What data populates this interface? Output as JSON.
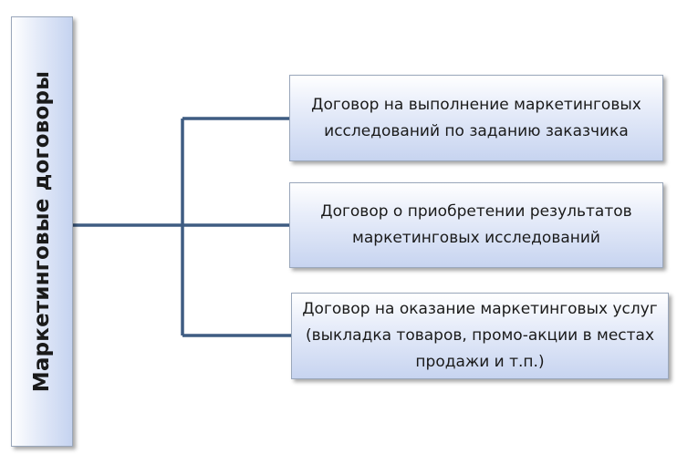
{
  "root": {
    "label": "Маркетинговые договоры"
  },
  "children": [
    {
      "label": "Договор на выполнение маркетинговых исследований по заданию заказчика"
    },
    {
      "label": "Договор о приобретении результатов маркетинговых исследований"
    },
    {
      "label": "Договор на оказание маркетинговых услуг (выкладка товаров, промо-акции в местах продажи и т.п.)"
    }
  ],
  "colors": {
    "connector": "#3e5c82",
    "box_border": "#9aa7bb",
    "box_fill_light": "#ffffff",
    "box_fill_dark": "#c7d4f0"
  }
}
